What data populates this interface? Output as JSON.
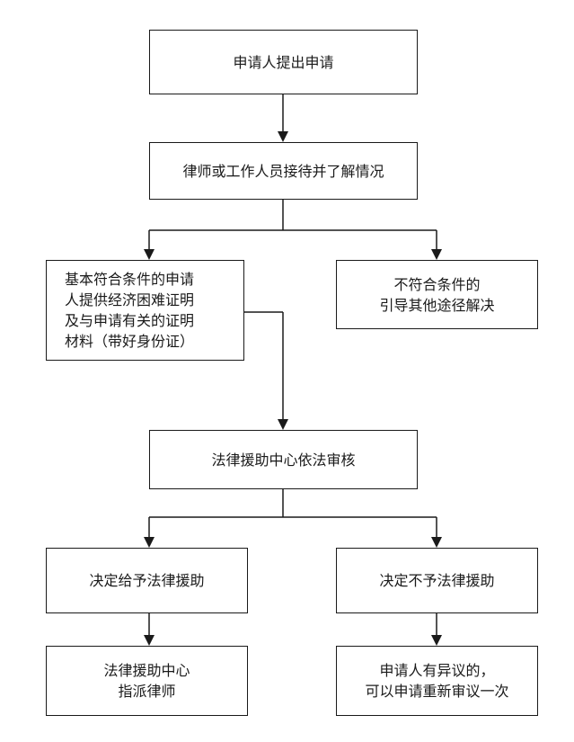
{
  "nodes": {
    "apply": {
      "lines": [
        "申请人提出申请"
      ]
    },
    "reception": {
      "lines": [
        "律师或工作人员接待并了解情况"
      ]
    },
    "eligible": {
      "lines": [
        "基本符合条件的申请",
        "人提供经济困难证明",
        "及与申请有关的证明",
        "材料（带好身份证）"
      ]
    },
    "ineligible": {
      "lines": [
        "不符合条件的",
        "引导其他途径解决"
      ]
    },
    "review": {
      "lines": [
        "法律援助中心依法审核"
      ]
    },
    "grant": {
      "lines": [
        "决定给予法律援助"
      ]
    },
    "deny": {
      "lines": [
        "决定不予法律援助"
      ]
    },
    "assign": {
      "lines": [
        "法律援助中心",
        "指派律师"
      ]
    },
    "appeal": {
      "lines": [
        "申请人有异议的，",
        "可以申请重新审议一次"
      ]
    }
  }
}
